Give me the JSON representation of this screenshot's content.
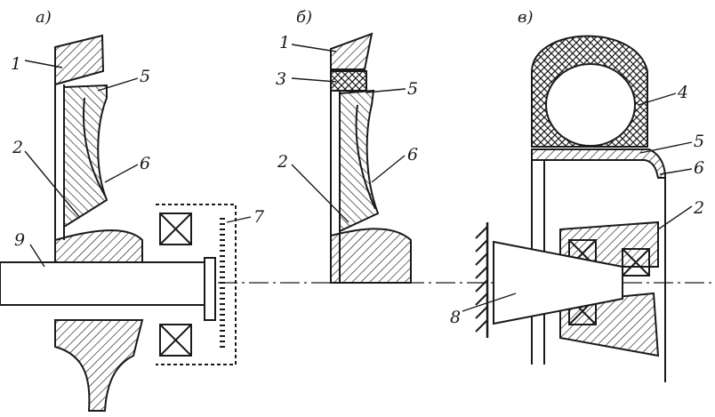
{
  "sections": {
    "a": "а)",
    "b": "б)",
    "c": "в)"
  },
  "labels": {
    "a_1": "1",
    "a_5": "5",
    "a_2": "2",
    "a_6": "6",
    "a_9": "9",
    "a_7": "7",
    "b_1": "1",
    "b_3": "3",
    "b_5": "5",
    "b_2": "2",
    "b_6": "6",
    "c_4": "4",
    "c_5": "5",
    "c_6": "6",
    "c_2": "2",
    "c_8": "8"
  },
  "colors": {
    "ink": "#1a1a1a",
    "paper": "#ffffff"
  }
}
